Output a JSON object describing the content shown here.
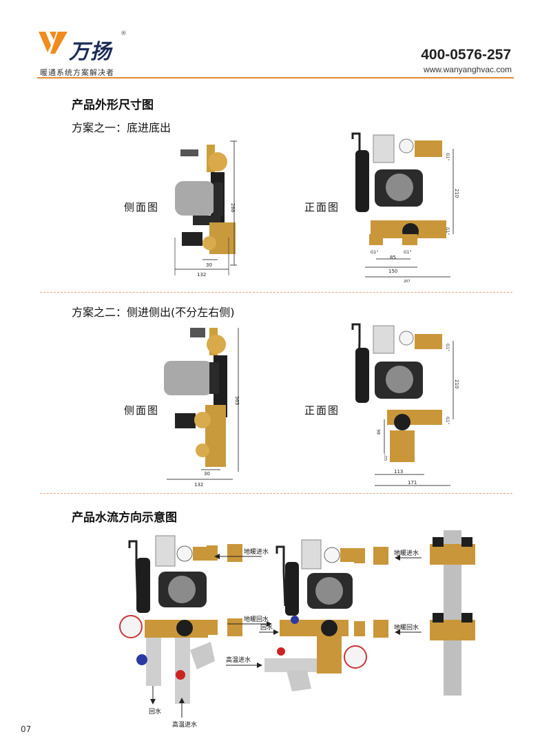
{
  "header": {
    "brand": "万扬",
    "registered_mark": "®",
    "tagline": "暖通系统方案解决者",
    "phone": "400-0576-257",
    "website": "www.wanyanghvac.com",
    "accent_color": "#e3892f",
    "logo_color": "#f08c1e"
  },
  "dimension_section": {
    "title": "产品外形尺寸图",
    "plan1": {
      "title": "方案之一：底进底出",
      "side_label": "侧面图",
      "front_label": "正面图",
      "side_dims": {
        "height": "288",
        "offset": "30",
        "width": "132"
      },
      "front_dims": {
        "g_top": "G1\"",
        "center": "210",
        "g_right": "G1\"",
        "g_left": "G1\"",
        "g_mid": "G1\"",
        "spacing": "85",
        "w1": "150",
        "w2": "207"
      }
    },
    "plan2": {
      "title": "方案之二：侧进侧出(不分左右侧)",
      "side_label": "侧面图",
      "front_label": "正面图",
      "side_dims": {
        "height": "365",
        "offset": "30",
        "width": "132"
      },
      "front_dims": {
        "g_top": "G1\"",
        "center": "210",
        "g_right": "G1\"",
        "v86": "86",
        "g_bottom": "G1\"",
        "w1": "113",
        "w2": "171"
      }
    }
  },
  "flow_section": {
    "title": "产品水流方向示意图",
    "labels": {
      "floor_supply_1": "地暖进水",
      "floor_supply_2": "地暖进水",
      "floor_return_1": "地暖回水",
      "return_1": "回水",
      "floor_return_2": "地暖回水",
      "high_temp_in_1": "高温进水",
      "return_2": "回水",
      "high_temp_in_2": "高温进水"
    }
  },
  "page": {
    "number": "07"
  }
}
